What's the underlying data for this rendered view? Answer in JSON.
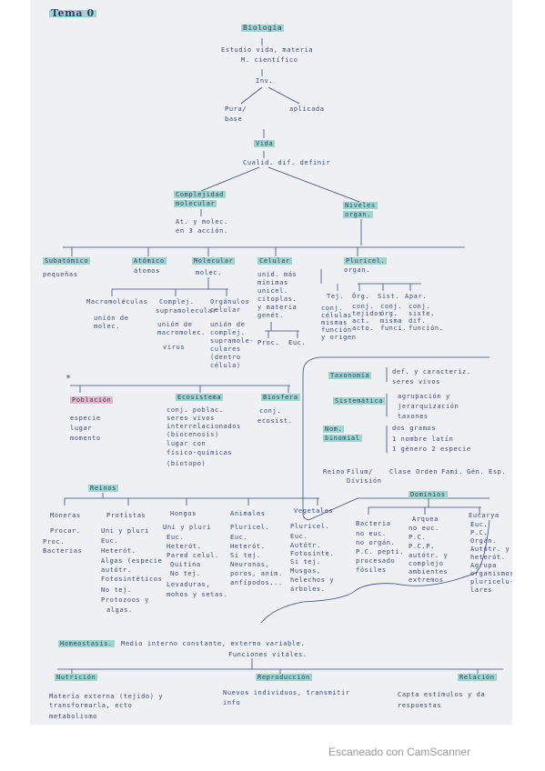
{
  "sheet": {
    "tag": "Tema 0",
    "title": "Biología",
    "intro": [
      "Estudio vida, materia",
      "M. científico"
    ],
    "inv": "Inv.",
    "pura": [
      "Pura/",
      "base"
    ],
    "aplicada": "aplicada",
    "vida": "Vida",
    "cualid": "Cualid. dif. definir",
    "complejidad": [
      "Complejidad",
      "molecular"
    ],
    "comp_sub": [
      "At. y molec.",
      "en 3 acción."
    ],
    "niveles": [
      "Niveles",
      "organ."
    ],
    "levels": [
      {
        "label": "Subatómico",
        "note": "pequeñas"
      },
      {
        "label": "Atómico",
        "note": "átomos"
      },
      {
        "label": "Molecular",
        "note": "molec."
      },
      {
        "label": "Celular",
        "note": [
          "unid. más",
          "mínimas",
          "unicel.",
          "citoplas.",
          "y materia",
          "genét."
        ]
      },
      {
        "label": "Pluricel.",
        "note": "organ."
      }
    ],
    "molecular_items": [
      {
        "label": "Macromoléculas",
        "sub": [
          "unión de",
          "molec."
        ]
      },
      {
        "label": "Complej.",
        "sub": [
          "supramolecular",
          "unión de",
          "macromolec.",
          "virus"
        ]
      },
      {
        "label": "Orgánulos",
        "sub": [
          "celular",
          "unión de",
          "complej.",
          "supramole-",
          "culares",
          "(dentro",
          "célula)"
        ]
      }
    ],
    "celular_items": [
      "Proc.",
      "Euc."
    ],
    "pluricel_items": [
      {
        "label": "Tej.",
        "sub": [
          "conj.",
          "células",
          "mismas",
          "función",
          "y origen"
        ]
      },
      {
        "label": "Órg.",
        "sub": [
          "conj.",
          "tejidos",
          "act.",
          "acto."
        ]
      },
      {
        "label": "Sist.",
        "sub": [
          "conj.",
          "órg.",
          "misma",
          "funci."
        ]
      },
      {
        "label": "Apar.",
        "sub": [
          "conj.",
          "siste.",
          "dif.",
          "función."
        ]
      }
    ],
    "asterisk": "*",
    "poblacion": {
      "label": "Población",
      "items": [
        "especie",
        "lugar",
        "momento"
      ]
    },
    "ecosistema": {
      "label": "Ecosistema",
      "items": [
        "conj. poblac.",
        "seres vivos",
        "interrelacionados",
        "(biocenosis)",
        "lugar con",
        "físico-químicas",
        "(biotopo)"
      ]
    },
    "biosfera": {
      "label": "Biosfera",
      "items": [
        "conj.",
        "ecosist."
      ]
    },
    "taxonomia": {
      "label": "Taxonomía",
      "text": [
        "def. y caracteriz.",
        "seres vivos"
      ]
    },
    "sistematica": {
      "label": "Sistemática",
      "text": [
        "agrupación y",
        "jerarquización",
        "taxones"
      ]
    },
    "nom_binomial": {
      "label": [
        "Nom.",
        "binomial"
      ],
      "text": [
        "dos gramos",
        "1 nombre latín",
        "1 género 2 especie"
      ]
    },
    "hierarchy": [
      "Reino",
      "Filum/",
      "División",
      "Clase",
      "Orden",
      "Fami.",
      "Gén.",
      "Esp."
    ],
    "reinos_title": "Reinos",
    "reinos": [
      {
        "label": "Moneras",
        "items": [
          "Procar.",
          "Proc.",
          "Bacterias"
        ]
      },
      {
        "label": "Protistas",
        "items": [
          "Uni y pluri",
          "Euc.",
          "Heterót.",
          "Algas (especie",
          "autótr.",
          "Fotosintéticos",
          "No tej.",
          "Protozoos y",
          "algas."
        ]
      },
      {
        "label": "Hongos",
        "items": [
          "Uni y pluri",
          "Euc.",
          "Heterót.",
          "Pared celul.",
          "Quitina",
          "No tej.",
          "Levaduras,",
          "mohos y setas."
        ]
      },
      {
        "label": "Animales",
        "items": [
          "Pluricel.",
          "Euc.",
          "Heterót.",
          "Si tej.",
          "Neuronas,",
          "poros, anim.",
          "anfípodos..."
        ]
      },
      {
        "label": "Vegetales",
        "items": [
          "Pluricel.",
          "Euc.",
          "Autótr.",
          "Fotosínte.",
          "Si tej.",
          "Musgos,",
          "helechos y",
          "árboles."
        ]
      }
    ],
    "dominios_title": "Dominios",
    "dominios": [
      {
        "label": "Bacteria",
        "items": [
          "no euc.",
          "no orgán.",
          "P.C. pepti.",
          "procesado",
          "fósiles"
        ]
      },
      {
        "label": "Arquea",
        "items": [
          "no euc.",
          "P.C.",
          "P.C.P.",
          "autótr. y",
          "complejo",
          "ambientes",
          "extremos"
        ]
      },
      {
        "label": "Eucarya",
        "items": [
          "Euc.",
          "P.C.",
          "Orgán.",
          "Autótr. y",
          "heterót.",
          "Agrupa",
          "organismos",
          "pluricelu-",
          "lares"
        ]
      }
    ],
    "homeostasis": {
      "label": "Homeostasis.",
      "text": "Medio interno constante, externo variable."
    },
    "funciones": "Funciones vitales.",
    "nutricion": {
      "label": "Nutrición",
      "text": [
        "Materia externa (tejido) y",
        "transformarla, ecto",
        "metabolismo"
      ]
    },
    "reproduccion": {
      "label": "Reproducción",
      "text": [
        "Nuevos individuos, transmitir",
        "info"
      ]
    },
    "relacion": {
      "label": "Relación",
      "text": [
        "Capta estímulos y da",
        "respuestas"
      ]
    }
  },
  "watermark": "Escaneado con CamScanner"
}
